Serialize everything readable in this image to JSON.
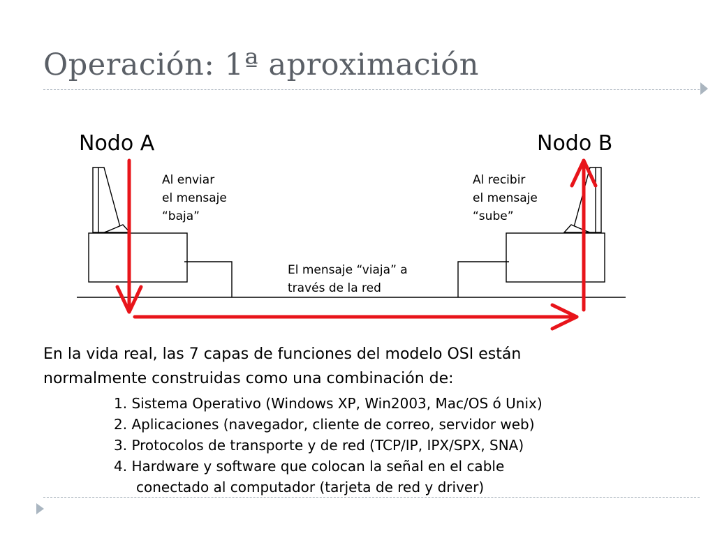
{
  "slide": {
    "title": "Operación: 1ª aproximación"
  },
  "diagram": {
    "node_a_label": "Nodo A",
    "node_b_label": "Nodo B",
    "note_send": [
      "Al enviar",
      "el mensaje",
      "“baja”"
    ],
    "note_receive": [
      "Al recibir",
      "el mensaje",
      "“sube”"
    ],
    "note_network": [
      "El mensaje “viaja” a",
      "través de la red"
    ],
    "arrow_color": "#e8141a"
  },
  "body": {
    "paragraph": [
      "En la vida real, las 7 capas de funciones del modelo OSI están",
      "normalmente construidas como una combinación de:"
    ],
    "items": [
      {
        "text": "1. Sistema Operativo (Windows XP, Win2003, Mac/OS ó Unix)"
      },
      {
        "text": "2. Aplicaciones (navegador, cliente de correo, servidor web)"
      },
      {
        "text": "3. Protocolos de transporte y de red (TCP/IP, IPX/SPX, SNA)"
      },
      {
        "text": "4. Hardware y software que colocan la señal en el cable",
        "continuation": "conectado al computador (tarjeta de red y driver)"
      }
    ]
  }
}
